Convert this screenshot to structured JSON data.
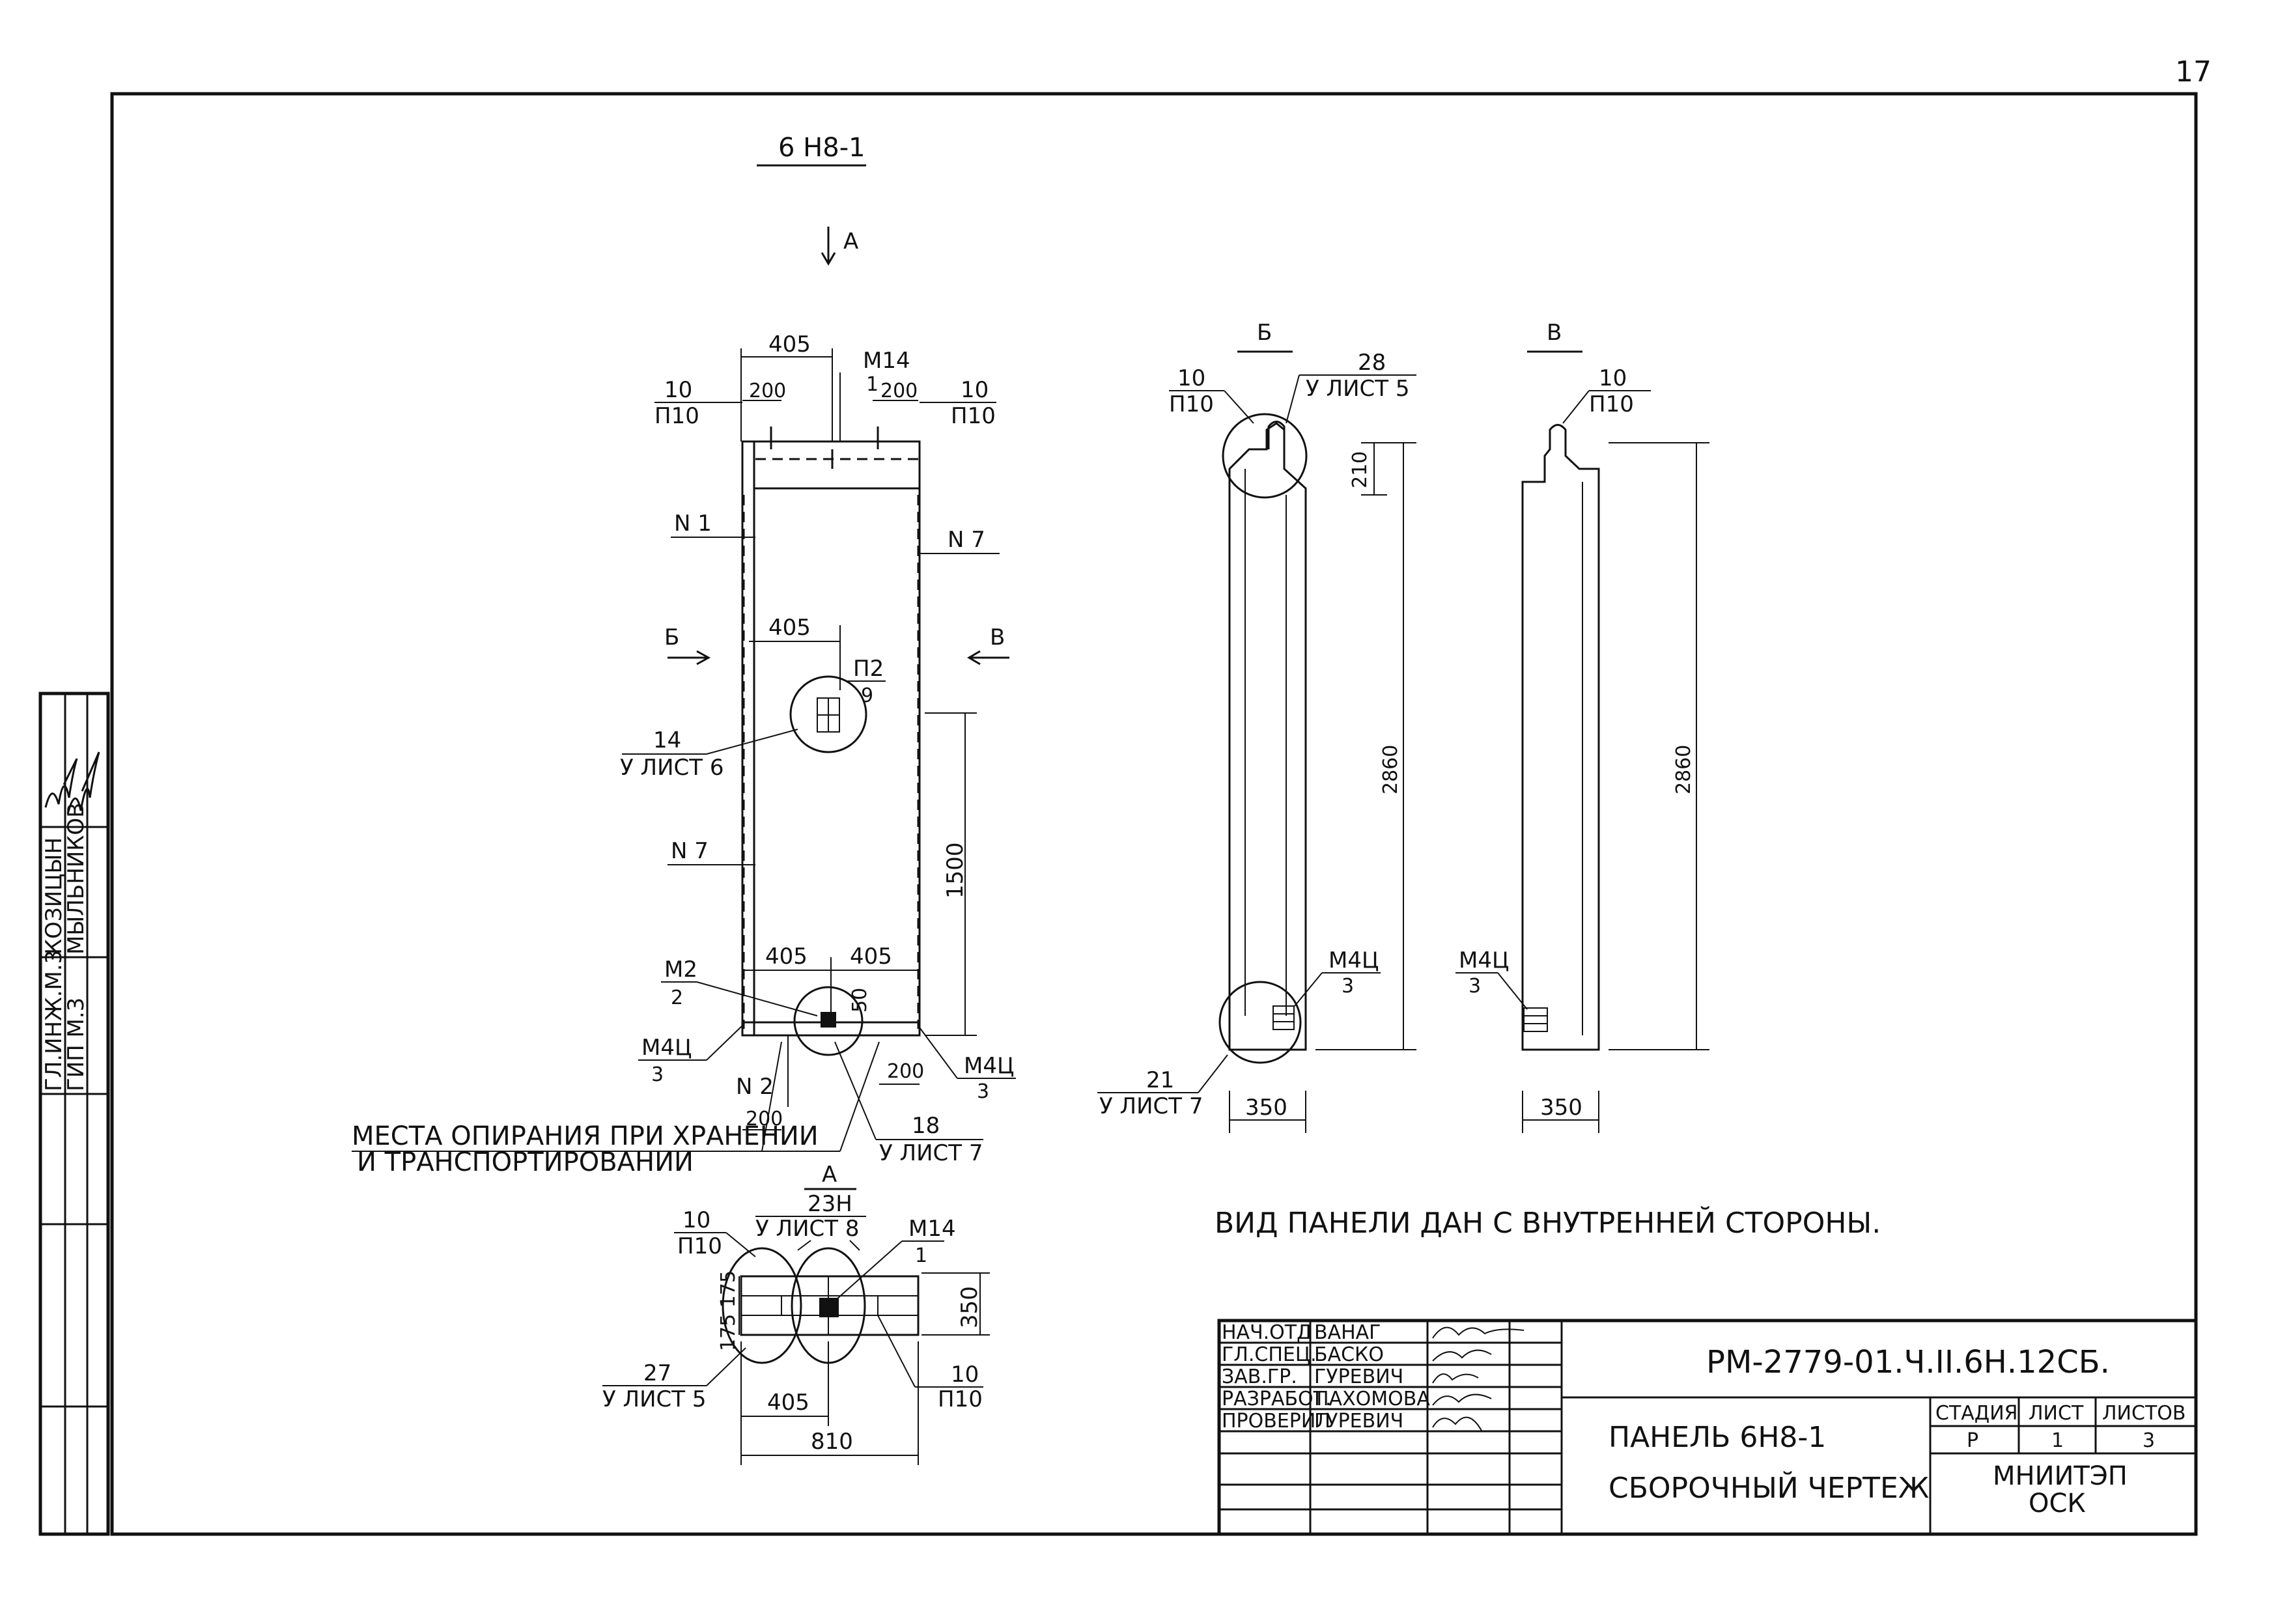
{
  "page_number": "17",
  "main_view": {
    "mark": "6 H8-1",
    "view_arrow_a": "A",
    "section_b": "Б",
    "section_v": "В",
    "dim_top_405": "405",
    "dim_200_left": "200",
    "dim_200_right": "200",
    "m14_top_num": "M14",
    "m14_top_den": "1",
    "p10_left_num": "10",
    "p10_left_den": "П10",
    "p10_right_num": "10",
    "p10_right_den": "П10",
    "n1": "N 1",
    "n7_right": "N 7",
    "n7_left": "N 7",
    "dim_mid_405": "405",
    "p2_num": "П2",
    "p2_den": "9",
    "sheet6_num": "14",
    "sheet6_den": "У ЛИСТ 6",
    "dim_1500": "1500",
    "dim_bottom_405_left": "405",
    "dim_bottom_405_right": "405",
    "m2_num": "M2",
    "m2_den": "2",
    "dim_50": "50",
    "m4_left_num": "M4Ц",
    "m4_left_den": "3",
    "m4_right_num": "M4Ц",
    "m4_right_den": "3",
    "n2": "N 2",
    "dim_200_b_right": "200",
    "dim_200_b_left": "200",
    "sheet7_num": "18",
    "sheet7_den": "У ЛИСТ 7",
    "support_note_1": "МЕСТА ОПИРАНИЯ ПРИ ХРАНЕНИИ",
    "support_note_2": "И ТРАНСПОРТИРОВАНИИ"
  },
  "plan_view": {
    "title": "А",
    "sheet8_num": "23H",
    "sheet8_den": "У ЛИСТ 8",
    "p10_tl_num": "10",
    "p10_tl_den": "П10",
    "m14_num": "M14",
    "m14_den": "1",
    "dim_175": "175 175",
    "dim_350": "350",
    "sheet5_num": "27",
    "sheet5_den": "У ЛИСТ 5",
    "p10_br_num": "10",
    "p10_br_den": "П10",
    "dim_405": "405",
    "dim_810": "810"
  },
  "section_b_view": {
    "title": "Б",
    "p10_num": "10",
    "p10_den": "П10",
    "sheet5_num": "28",
    "sheet5_den": "У ЛИСТ 5",
    "dim_210": "210",
    "dim_2860": "2860",
    "m4_num": "M4Ц",
    "m4_den": "3",
    "sheet7_num": "21",
    "sheet7_den": "У ЛИСТ 7",
    "dim_350": "350"
  },
  "section_v_view": {
    "title": "В",
    "p10_num": "10",
    "p10_den": "П10",
    "dim_2860": "2860",
    "m4_num": "M4Ц",
    "m4_den": "3",
    "dim_350": "350"
  },
  "note": "ВИД ПАНЕЛИ ДАН С ВНУТРЕННЕЙ СТОРОНЫ.",
  "title_block": {
    "doc_code": "РМ-2779-01.Ч.II.6Н.12СБ.",
    "roles": [
      "НАЧ.ОТД",
      "ГЛ.СПЕЦ.",
      "ЗАВ.ГР.",
      "РАЗРАБОТ.",
      "ПРОВЕРИЛ"
    ],
    "names": [
      "ВАНАГ",
      "БАСКО",
      "ГУРЕВИЧ",
      "ПАХОМОВА",
      "ГУРЕВИЧ"
    ],
    "product_name": "ПАНЕЛЬ 6Н8-1",
    "drawing_type": "СБОРОЧНЫЙ ЧЕРТЕЖ",
    "stage_label": "СТАДИЯ",
    "sheet_label": "ЛИСТ",
    "sheets_label": "ЛИСТОВ",
    "stage_value": "Р",
    "sheet_value": "1",
    "sheets_value": "3",
    "org_line1": "МНИИТЭП",
    "org_line2": "ОСК"
  },
  "side_stamp": {
    "roles": [
      "ГЛ.ИНЖ.М.3",
      "ГИП М.3"
    ],
    "names": [
      "КОЗИЦЫН",
      "МЫЛЬНИКОВ"
    ]
  }
}
